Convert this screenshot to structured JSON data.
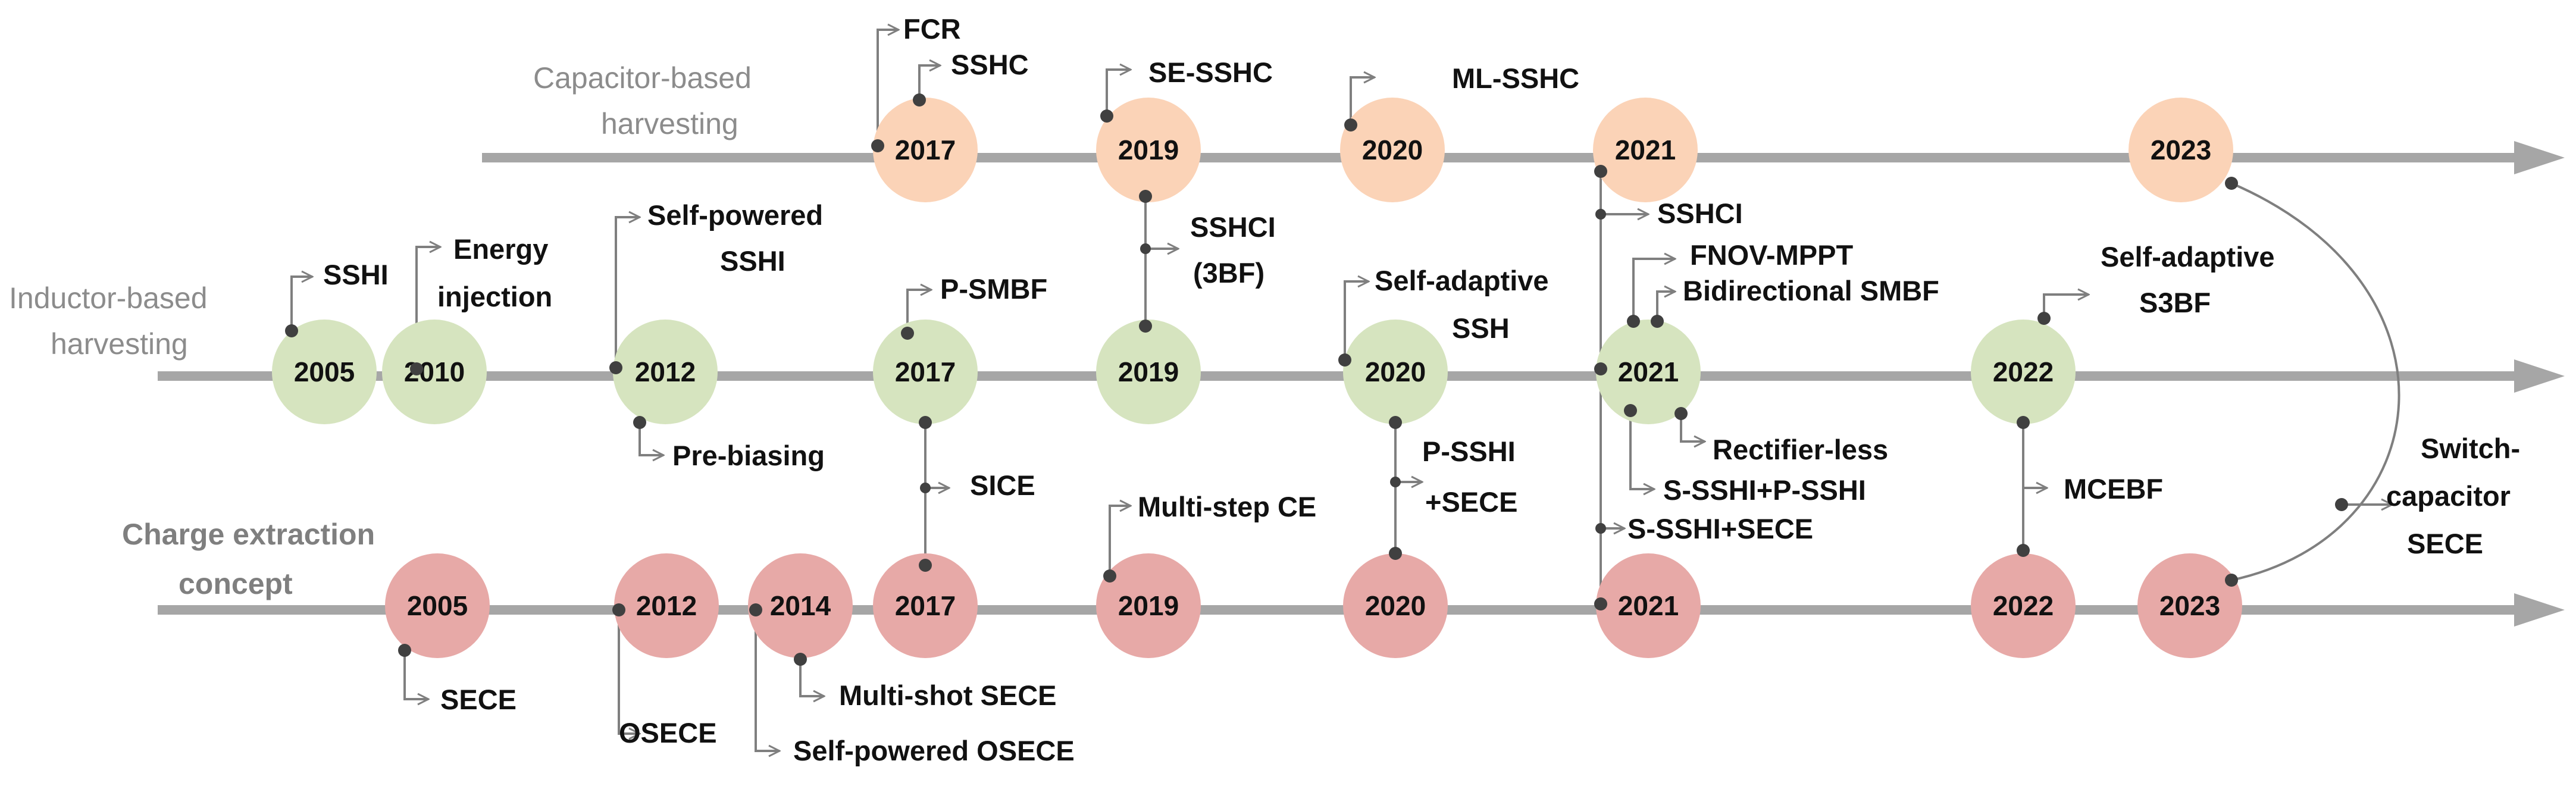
{
  "colors": {
    "axis": "#a6a6a6",
    "capacitor": "#fbd3b7",
    "inductor": "#d6e4bf",
    "charge": "#e7a9a7",
    "connector": "#7f7f7f",
    "dot": "#404040"
  },
  "lanes": {
    "capacitor": {
      "label_line1": "Capacitor-based",
      "label_line2": "harvesting"
    },
    "inductor": {
      "label_line1": "Inductor-based",
      "label_line2": "harvesting"
    },
    "charge": {
      "label_line1": "Charge extraction",
      "label_line2": "concept"
    }
  },
  "years": {
    "capacitor": [
      "2017",
      "2019",
      "2020",
      "2021",
      "2023"
    ],
    "inductor": [
      "2005",
      "2010",
      "2012",
      "2017",
      "2019",
      "2020",
      "2021",
      "2022"
    ],
    "charge": [
      "2005",
      "2012",
      "2014",
      "2017",
      "2019",
      "2020",
      "2021",
      "2022",
      "2023"
    ]
  },
  "labels": {
    "fcr": "FCR",
    "sshc": "SSHC",
    "se_sshc": "SE-SSHC",
    "ml_sshc": "ML-SSHC",
    "sshi": "SSHI",
    "energy_injection_1": "Energy",
    "energy_injection_2": "injection",
    "self_powered_sshi_1": "Self-powered",
    "self_powered_sshi_2": "SSHI",
    "pre_biasing": "Pre-biasing",
    "p_smbf": "P-SMBF",
    "sice": "SICE",
    "sshci_1": "SSHCI",
    "sshci_2": "(3BF)",
    "self_adaptive_ssh_1": "Self-adaptive",
    "self_adaptive_ssh_2": "SSH",
    "p_sshi_sece_1": "P-SSHI",
    "p_sshi_sece_2": "+SECE",
    "sshci_2021": "SSHCI",
    "fnov_mppt": "FNOV-MPPT",
    "bidirectional_smbf": "Bidirectional SMBF",
    "rectifier_less": "Rectifier-less",
    "s_sshi_p_sshi": "S-SSHI+P-SSHI",
    "s_sshi_sece": "S-SSHI+SECE",
    "self_adaptive_s3bf_1": "Self-adaptive",
    "self_adaptive_s3bf_2": "S3BF",
    "mcebf": "MCEBF",
    "switch_cap_sece_1": "Switch-",
    "switch_cap_sece_2": "capacitor",
    "switch_cap_sece_3": "SECE",
    "sece": "SECE",
    "osece": "OSECE",
    "self_powered_osece": "Self-powered OSECE",
    "multi_shot_sece": "Multi-shot SECE",
    "multi_step_ce": "Multi-step CE"
  }
}
